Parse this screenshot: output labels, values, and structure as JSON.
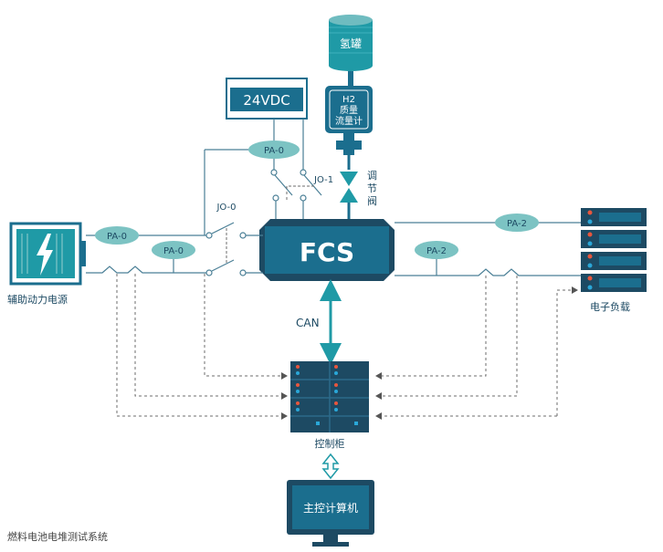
{
  "labels": {
    "hydrogen_tank": "氢罐",
    "vdc": "24VDC",
    "h2_flow_meter": [
      "H2",
      "质量",
      "流量计"
    ],
    "regulating_valve": [
      "调",
      "节",
      "阀"
    ],
    "fcs": "FCS",
    "can": "CAN",
    "aux_power": "辅助动力电源",
    "electronic_load": "电子负载",
    "control_cabinet": "控制柜",
    "host_computer": "主控计算机",
    "caption": "燃料电池电堆测试系统",
    "pa_top": "PA-0",
    "pa_left_upper": "PA-0",
    "pa_left_lower": "PA-0",
    "pa_right_upper": "PA-2",
    "pa_right_lower": "PA-2",
    "jo_1": "JO-1",
    "jo_0": "JO-0"
  },
  "colors": {
    "primary": "#1b6e8e",
    "teal": "#1f9aa6",
    "navy": "#1d4a63",
    "light_teal": "#6fbcc0",
    "ellipse": "#7cc3c3",
    "line": "#4a7f96",
    "dashed": "#6d6d6d",
    "led_red": "#e8563d",
    "led_blue": "#2aa7d8"
  }
}
